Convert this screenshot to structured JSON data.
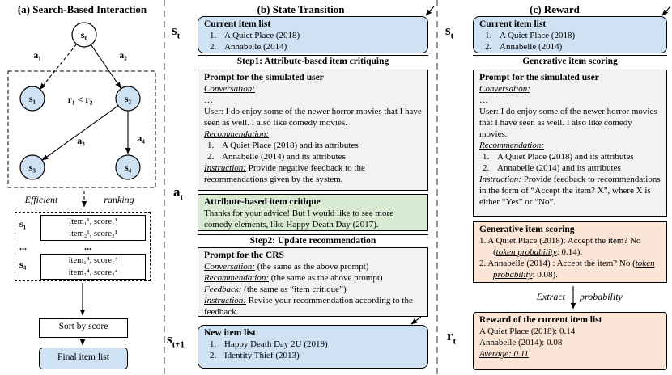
{
  "figure": {
    "panel_a": {
      "title": "(a) Search-Based Interaction",
      "graph": {
        "s0": "s₀",
        "s1": "s₁",
        "s2": "s₂",
        "s3": "s₃",
        "s4": "s₄",
        "a1": "a₁",
        "a2": "a₂",
        "a3": "a₃",
        "a4": "a₄",
        "relation": "r₁ < r₂"
      },
      "efficient": "Efficient",
      "ranking": "ranking",
      "score_table": {
        "row1": {
          "label": "s₁",
          "line1": "item₁¹, score₁¹",
          "line2": "item₂¹, score₂¹"
        },
        "dots_label": "...",
        "dots_items": "...",
        "row2": {
          "label": "s₄",
          "line1": "item₁⁴, score₁⁴",
          "line2": "item₂⁴, score₂⁴"
        }
      },
      "sort_box": "Sort by score",
      "final_box": "Final item list"
    },
    "panel_b": {
      "title": "(b) State Transition",
      "s_t": {
        "base": "s",
        "sub": "t"
      },
      "a_t": {
        "base": "a",
        "sub": "t"
      },
      "s_t1": {
        "base": "s",
        "sub": "t+1"
      },
      "current_list": {
        "title": "Current item list",
        "items": [
          {
            "num": "1.",
            "text": "A Quiet Place (2018)"
          },
          {
            "num": "2.",
            "text": "Annabelle (2014)"
          }
        ]
      },
      "step1_header": "Step1: Attribute-based item critiquing",
      "sim_prompt": {
        "title": "Prompt for the simulated user",
        "conversation_label": "Conversation:",
        "ellipsis": "…",
        "user_text": "User: I do enjoy some of the newer horror movies that I have seen as well. I also like comedy movies.",
        "recommendation_label": "Recommendation:",
        "rec_items": [
          {
            "num": "1.",
            "text": "A Quiet Place (2018) and its attributes"
          },
          {
            "num": "2.",
            "text": "Annabelle (2014) and its attributes"
          }
        ],
        "instruction_label": "Instruction:",
        "instruction_text": " Provide negative feedback to the recommendations given by the system."
      },
      "critique_box": {
        "title": "Attribute-based item critique",
        "text": "Thanks for your advice! But I would like to see more comedy elements, like Happy Death Day (2017)."
      },
      "step2_header": "Step2: Update recommendation",
      "crs_prompt": {
        "title": "Prompt for the CRS",
        "lines": [
          {
            "label": "Conversation:",
            "text": " (the same as the above prompt)"
          },
          {
            "label": "Recommendation:",
            "text": " (the same as the above prompt)"
          },
          {
            "label": "Feedback:",
            "text": " (the same as “item critique”)"
          },
          {
            "label": "Instruction:",
            "text": " Revise your recommendation according to the feedback."
          }
        ]
      },
      "new_list": {
        "title": "New item list",
        "items": [
          {
            "num": "1.",
            "text": "Happy Death Day 2U (2019)"
          },
          {
            "num": "2.",
            "text": "Identity Thief (2013)"
          }
        ]
      }
    },
    "panel_c": {
      "title": "(c) Reward",
      "s_t": {
        "base": "s",
        "sub": "t"
      },
      "r_t": {
        "base": "r",
        "sub": "t"
      },
      "current_list": {
        "title": "Current item list",
        "items": [
          {
            "num": "1.",
            "text": "A Quiet Place (2018)"
          },
          {
            "num": "2.",
            "text": "Annabelle (2014)"
          }
        ]
      },
      "scoring_header": "Generative item scoring",
      "sim_prompt": {
        "title": "Prompt for the simulated user",
        "conversation_label": "Conversation:",
        "ellipsis": "…",
        "user_text": "User: I do enjoy some of the newer horror movies that I have seen as well. I also like comedy movies.",
        "recommendation_label": "Recommendation:",
        "rec_items": [
          {
            "num": "1.",
            "text": "A Quiet Place (2018) and its attributes"
          },
          {
            "num": "2.",
            "text": "Annabelle (2014) and its attributes"
          }
        ],
        "instruction_label": "Instruction:",
        "instruction_text": " Provide feedback to recommendations in the form of “Accept the item? X”, where X is either “Yes” or “No”."
      },
      "scoring_box": {
        "title": "Generative item scoring",
        "items": [
          {
            "pre": "1.  A Quiet Place (2018): Accept the item? No (",
            "label": "token probability",
            "post": ": 0.14)."
          },
          {
            "pre": "2.  Annabelle (2014) : Accept the item? No (",
            "label": "token probability",
            "post": ": 0.08)."
          }
        ]
      },
      "extract": "Extract",
      "probability": "probability",
      "reward_box": {
        "title": "Reward of the current item list",
        "lines": [
          "A Quiet Place (2018): 0.14",
          "Annabelle (2014): 0.08"
        ],
        "average": "Average: 0.11"
      }
    }
  }
}
